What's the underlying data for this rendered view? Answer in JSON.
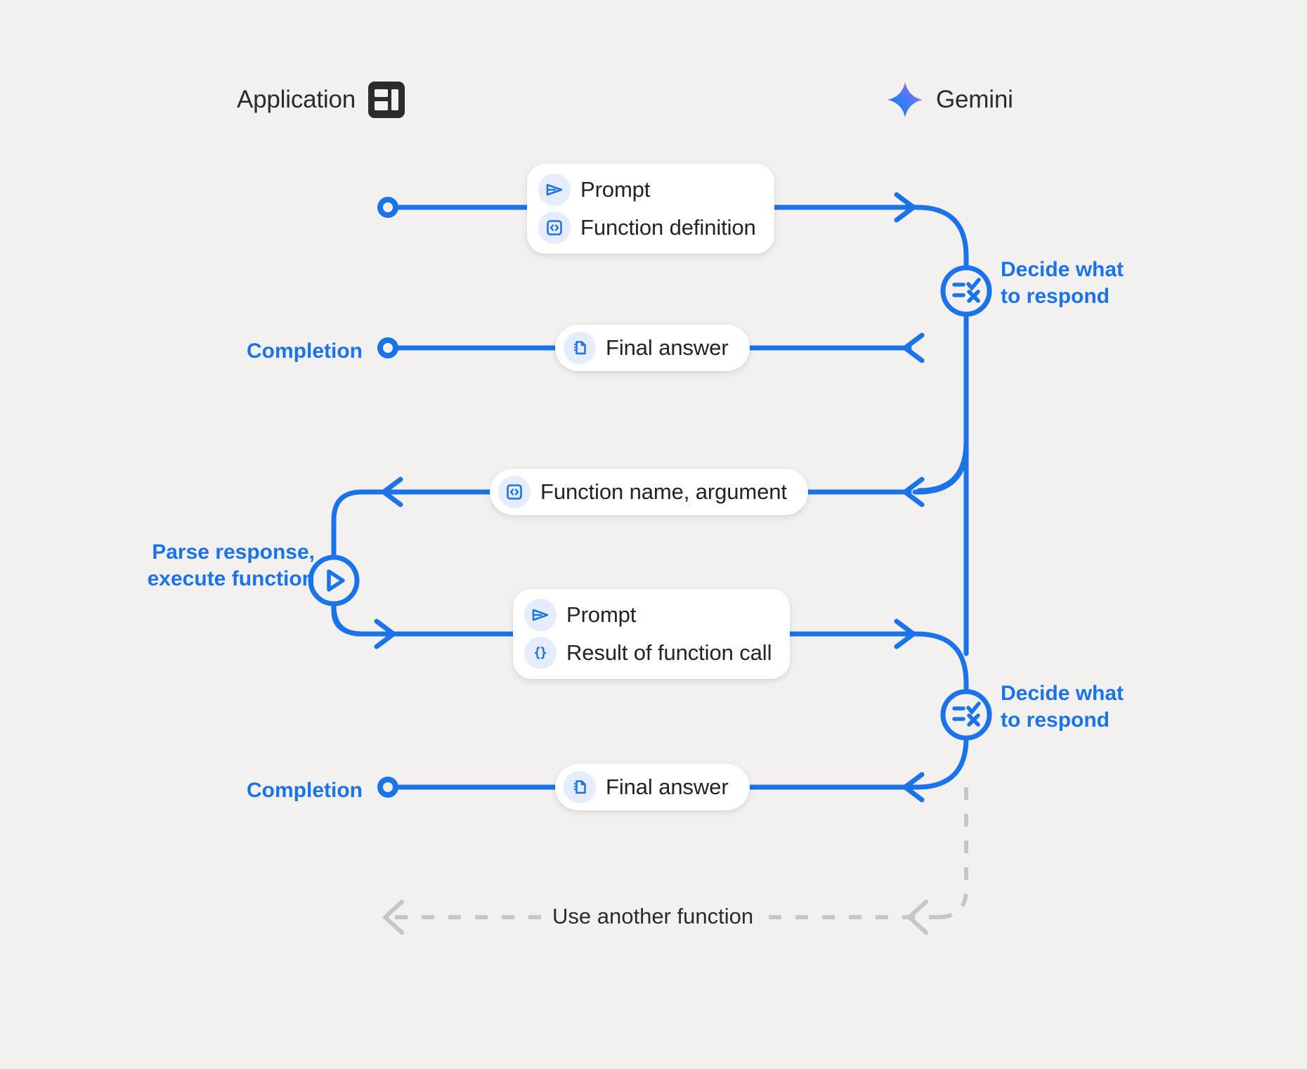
{
  "diagram": {
    "title_left": "Application",
    "title_right": "Gemini",
    "background_color": "#f2f1ef",
    "accent_color": "#1a73e8",
    "lifeline_color": "#c6c6c4",
    "text_color": "#232323"
  },
  "lanes": [
    {
      "id": "application",
      "label": "Application",
      "icon": "app-window-icon"
    },
    {
      "id": "gemini",
      "label": "Gemini",
      "icon": "gemini-sparkle-icon"
    }
  ],
  "messages": [
    {
      "id": "prompt-function-definition",
      "direction": "left-to-right",
      "items": [
        {
          "label": "Prompt",
          "icon": "send-triangle-icon"
        },
        {
          "label": "Function definition",
          "icon": "code-brackets-box-icon"
        }
      ]
    },
    {
      "id": "final-answer-1",
      "direction": "right-to-left",
      "items": [
        {
          "label": "Final answer",
          "icon": "document-icon"
        }
      ]
    },
    {
      "id": "function-name-argument",
      "direction": "right-to-left",
      "items": [
        {
          "label": "Function name,  argument",
          "icon": "code-brackets-box-icon"
        }
      ]
    },
    {
      "id": "prompt-result-of-function-call",
      "direction": "left-to-right",
      "items": [
        {
          "label": "Prompt",
          "icon": "send-triangle-icon"
        },
        {
          "label": "Result of function call",
          "icon": "curly-braces-icon"
        }
      ]
    },
    {
      "id": "final-answer-2",
      "direction": "right-to-left",
      "items": [
        {
          "label": "Final answer",
          "icon": "document-icon"
        }
      ]
    }
  ],
  "activity_nodes": [
    {
      "id": "decide-1",
      "label": "Decide what\nto respond",
      "icon": "checklist-decision-icon",
      "lane": "gemini"
    },
    {
      "id": "parse-execute",
      "label": "Parse response,\nexecute function",
      "icon": "play-circle-icon",
      "lane": "application"
    },
    {
      "id": "decide-2",
      "label": "Decide what\nto respond",
      "icon": "checklist-decision-icon",
      "lane": "gemini"
    }
  ],
  "origin_markers": [
    {
      "id": "start-marker",
      "label": ""
    },
    {
      "id": "completion-marker-1",
      "label": "Completion"
    },
    {
      "id": "completion-marker-2",
      "label": "Completion"
    }
  ],
  "loop": {
    "label": "Use another function",
    "style": "dashed",
    "color": "#c6c6c4"
  }
}
